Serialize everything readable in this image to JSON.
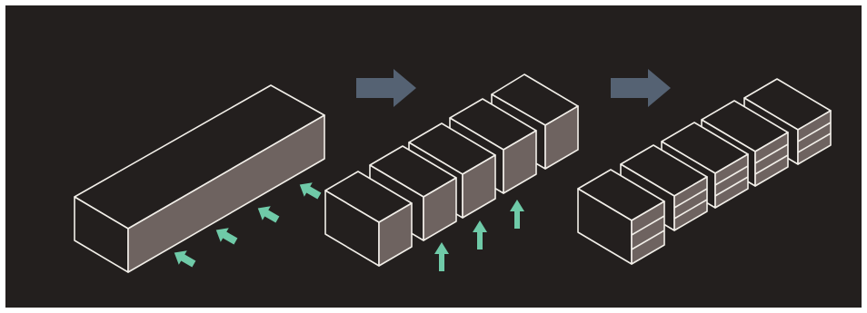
{
  "colors": {
    "background": "#231f1e",
    "outline": "#f2efe9",
    "side_face": "#6e6360",
    "top_face": "#231f1e",
    "teal_arrow": "#6fcaa8",
    "gray_arrow": "#556273"
  },
  "icons": {
    "process_arrow": "right-block-arrow",
    "cut_arrow": "teal-arrow",
    "lift_arrow": "teal-up-arrow"
  },
  "stages": [
    {
      "id": "long-block",
      "blocks": 1,
      "layers": 1
    },
    {
      "id": "cut-blocks",
      "blocks": 5,
      "layers": 1
    },
    {
      "id": "sliced-blocks",
      "blocks": 5,
      "layers": 3
    }
  ]
}
